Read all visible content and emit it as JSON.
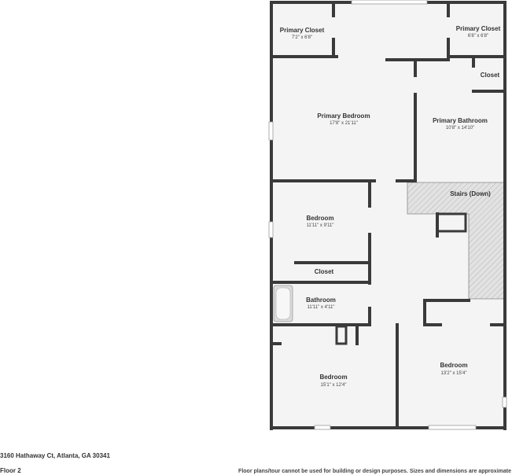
{
  "rooms": {
    "primary_closet_left": {
      "name": "Primary Closet",
      "dims": "7'2\" x 6'8\""
    },
    "primary_closet_right": {
      "name": "Primary Closet",
      "dims": "6'8\" x 6'8\""
    },
    "closet_top": {
      "name": "Closet"
    },
    "primary_bedroom": {
      "name": "Primary Bedroom",
      "dims": "17'8\" x 21'11\""
    },
    "primary_bathroom": {
      "name": "Primary Bathroom",
      "dims": "10'8\" x 14'10\""
    },
    "stairs": {
      "name": "Stairs (Down)"
    },
    "bedroom_mid": {
      "name": "Bedroom",
      "dims": "11'11\" x 9'11\""
    },
    "closet_mid": {
      "name": "Closet"
    },
    "bathroom": {
      "name": "Bathroom",
      "dims": "11'11\" x 4'11\""
    },
    "bedroom_bottom_left": {
      "name": "Bedroom",
      "dims": "15'1\" x 12'4\""
    },
    "bedroom_bottom_right": {
      "name": "Bedroom",
      "dims": "13'2\" x 15'4\""
    }
  },
  "footer": {
    "address": "3160 Hathaway Ct, Atlanta, GA 30341",
    "floor": "Floor 2",
    "disclaimer": "Floor plans/tour cannot be used for building or design purposes. Sizes and dimensions are approximate"
  },
  "colors": {
    "floor_fill": "#f4f4f4",
    "wall": "#3a3a3a",
    "stairs_fill": "#e0e0e0"
  }
}
